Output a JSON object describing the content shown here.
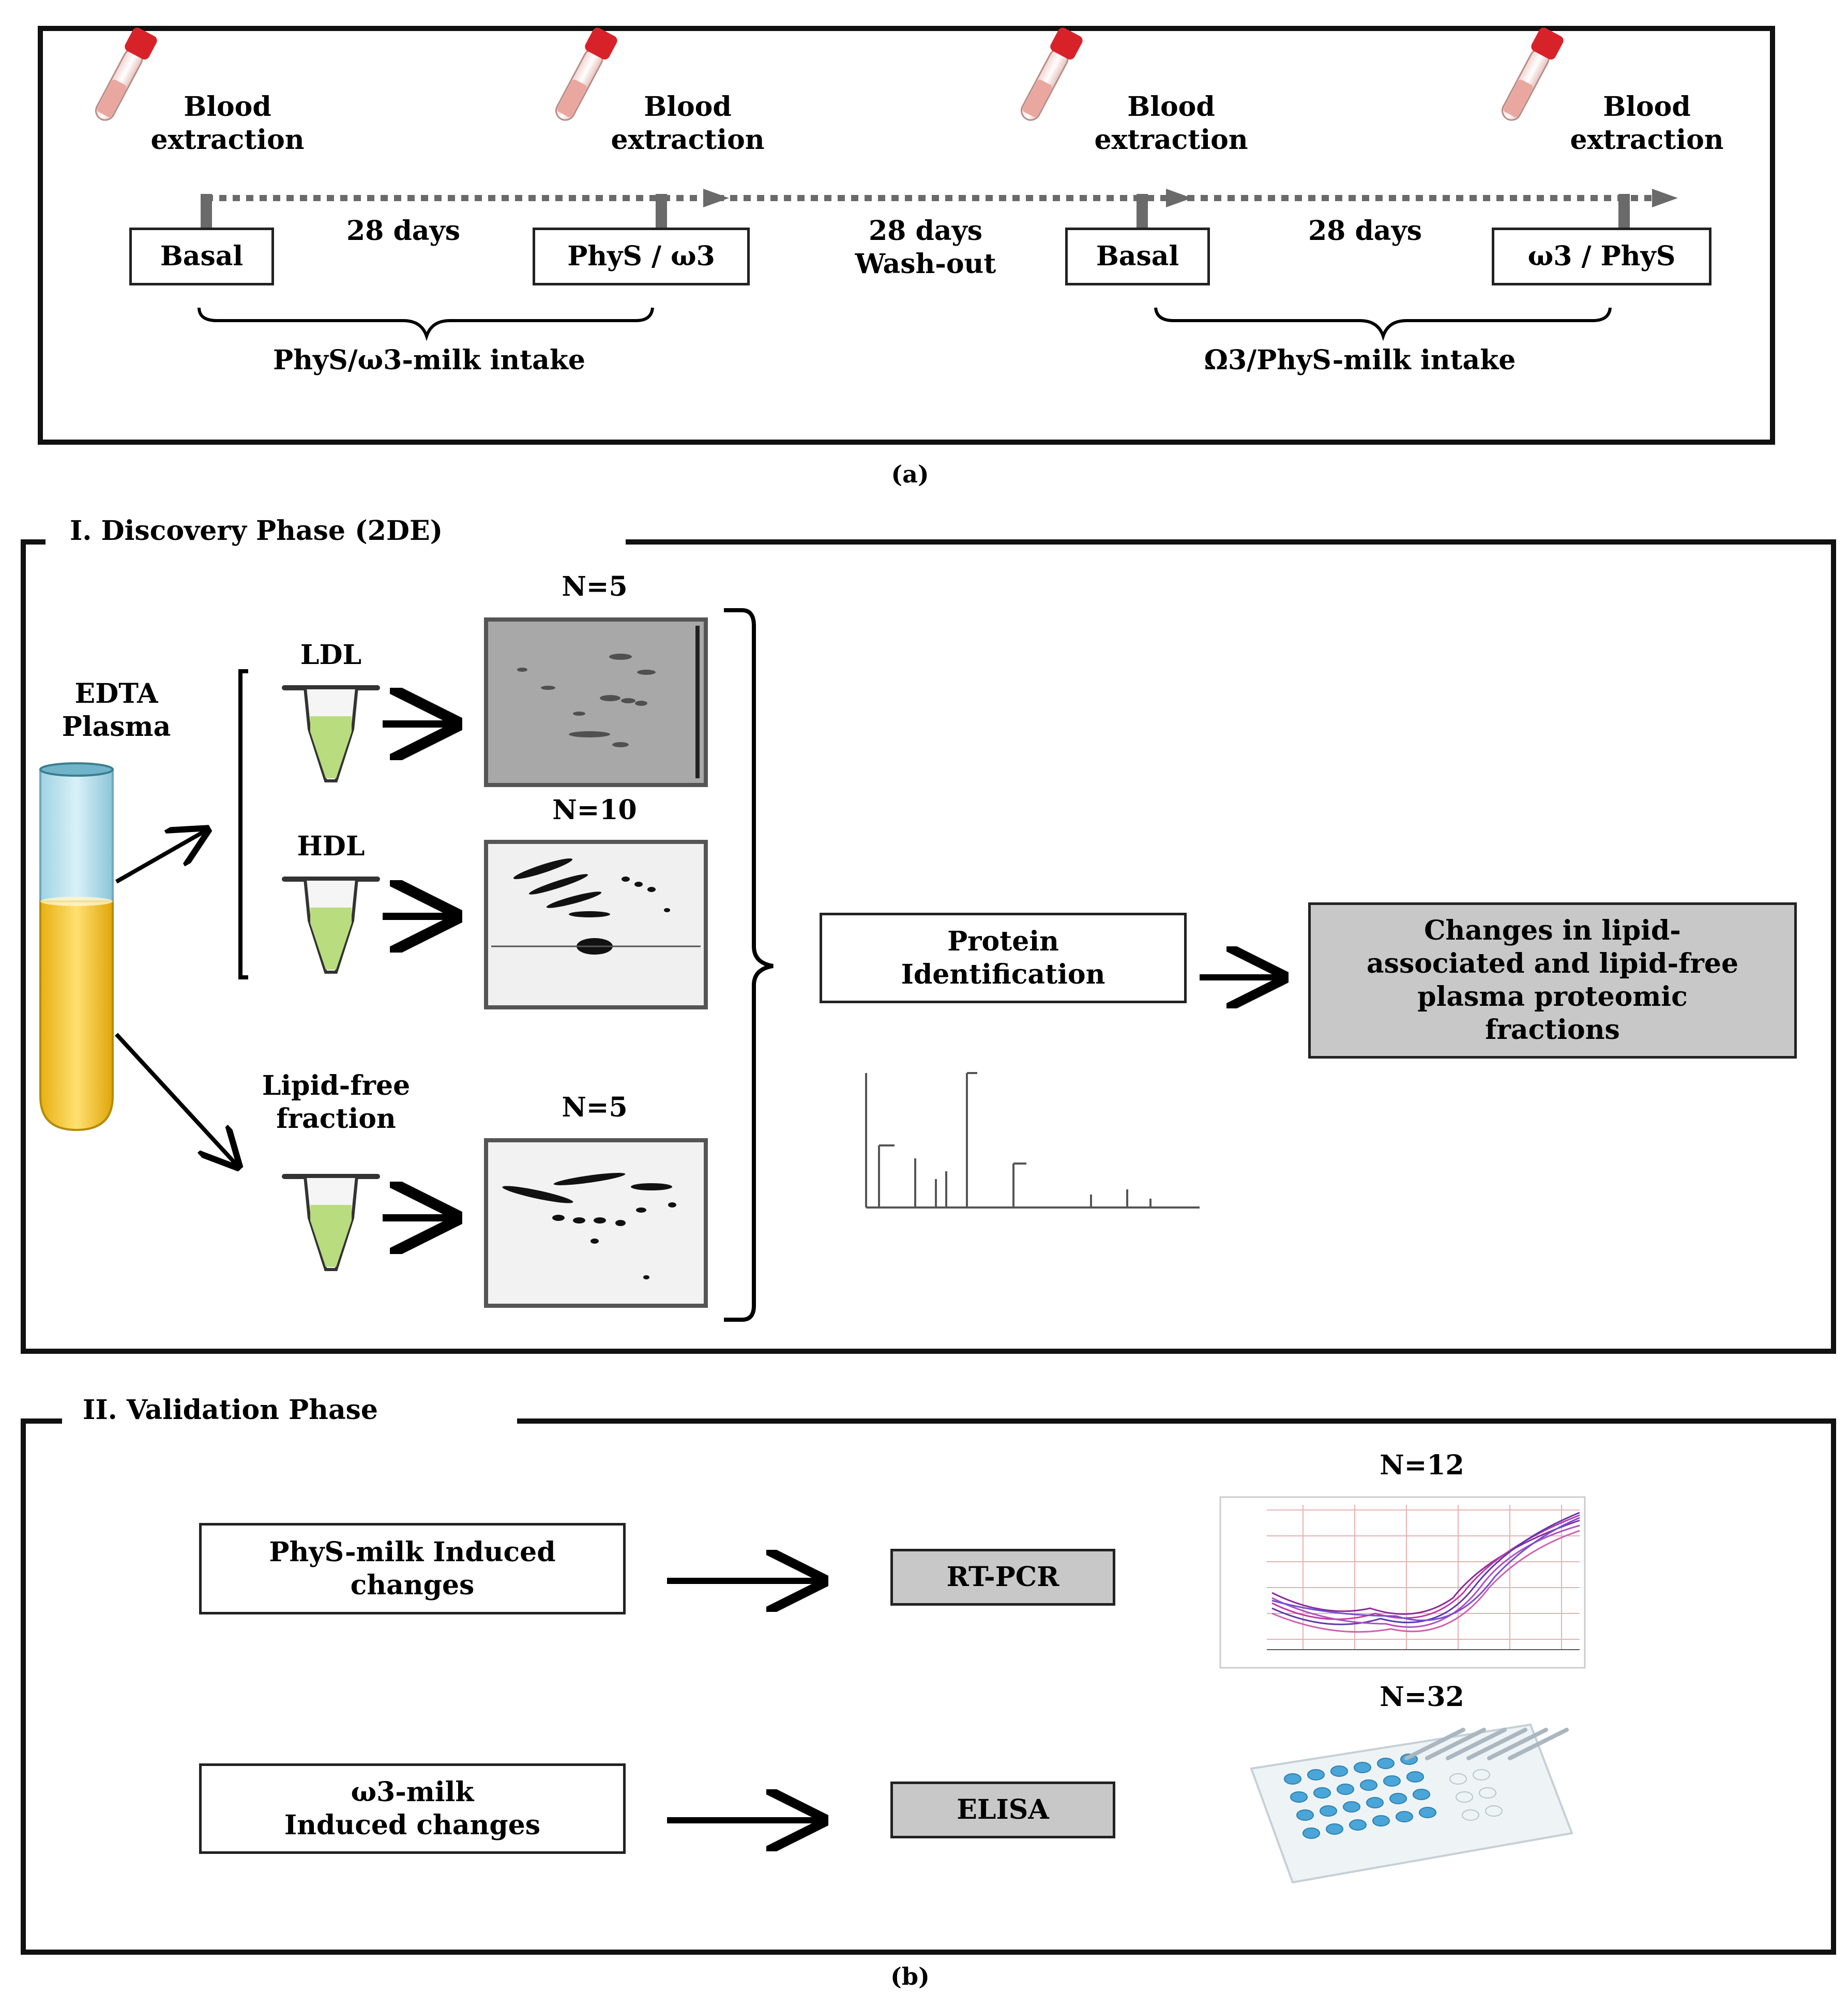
{
  "panel_a": {
    "blood_labels": [
      "Blood\nextraction",
      "Blood\nextraction",
      "Blood\nextraction",
      "Blood\nextraction"
    ],
    "period1": "28 days",
    "period2": "28 days\nWash-out",
    "period3": "28 days",
    "box_basal_1": "Basal",
    "box_phys_w3": "PhyS / ω3",
    "box_basal_2": "Basal",
    "box_w3_phys": "ω3 / PhyS",
    "intake_1": "PhyS/ω3-milk intake",
    "intake_2": "Ω3/PhyS-milk intake",
    "caption": "(a)"
  },
  "discovery": {
    "title": "I. Discovery Phase (2DE)",
    "source": "EDTA\nPlasma",
    "ldl": "LDL",
    "hdl": "HDL",
    "lipid_free": "Lipid-free\nfraction",
    "n_ldl": "N=5",
    "n_hdl": "N=10",
    "n_lipid_free": "N=5",
    "protein_id": "Protein\nIdentification",
    "result": "Changes in lipid-\nassociated and lipid-free\nplasma proteomic\nfractions"
  },
  "validation": {
    "title": "II. Validation Phase",
    "phys_changes": "PhyS-milk Induced\nchanges",
    "w3_changes": "ω3-milk\nInduced changes",
    "rtpcr": "RT-PCR",
    "elisa": "ELISA",
    "n_rtpcr": "N=12",
    "n_elisa": "N=32"
  },
  "caption_b": "(b)"
}
